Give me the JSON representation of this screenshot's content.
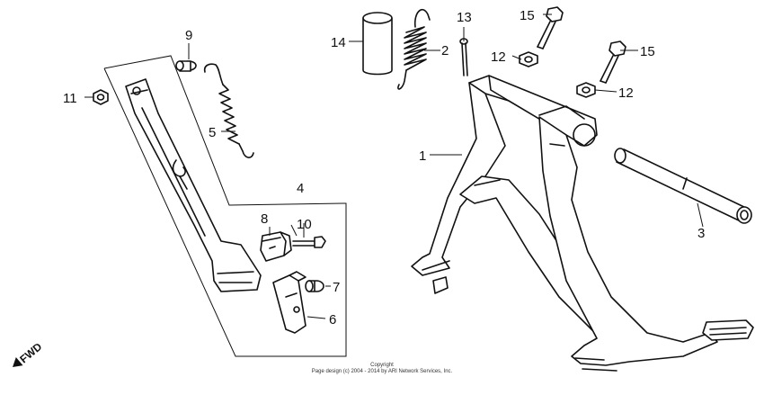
{
  "callouts": {
    "c1": "1",
    "c2": "2",
    "c3": "3",
    "c4": "4",
    "c5": "5",
    "c6": "6",
    "c7": "7",
    "c8": "8",
    "c9": "9",
    "c10": "10",
    "c11": "11",
    "c12a": "12",
    "c12b": "12",
    "c13": "13",
    "c14": "14",
    "c15a": "15",
    "c15b": "15"
  },
  "fwd_label": "FWD",
  "copyright_line1": "Copyright",
  "copyright_line2": "Page design (c) 2004 - 2014 by ARI Network Services, Inc."
}
